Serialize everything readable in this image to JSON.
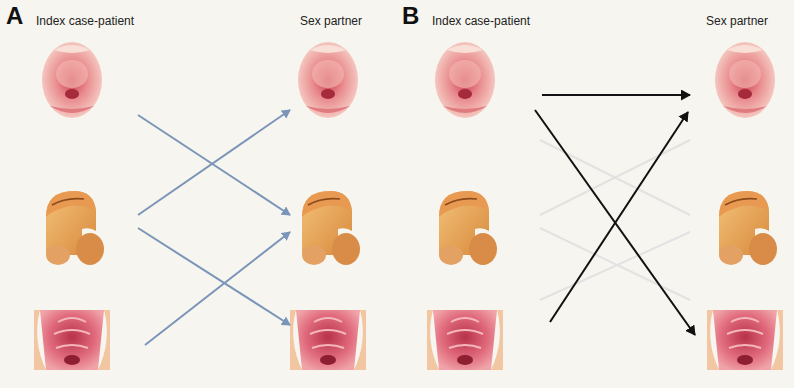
{
  "diagram": {
    "labels": [
      "A",
      "Index case-patient",
      "Sex partner",
      "B",
      "Index case-patient",
      "Sex partner"
    ]
  }
}
